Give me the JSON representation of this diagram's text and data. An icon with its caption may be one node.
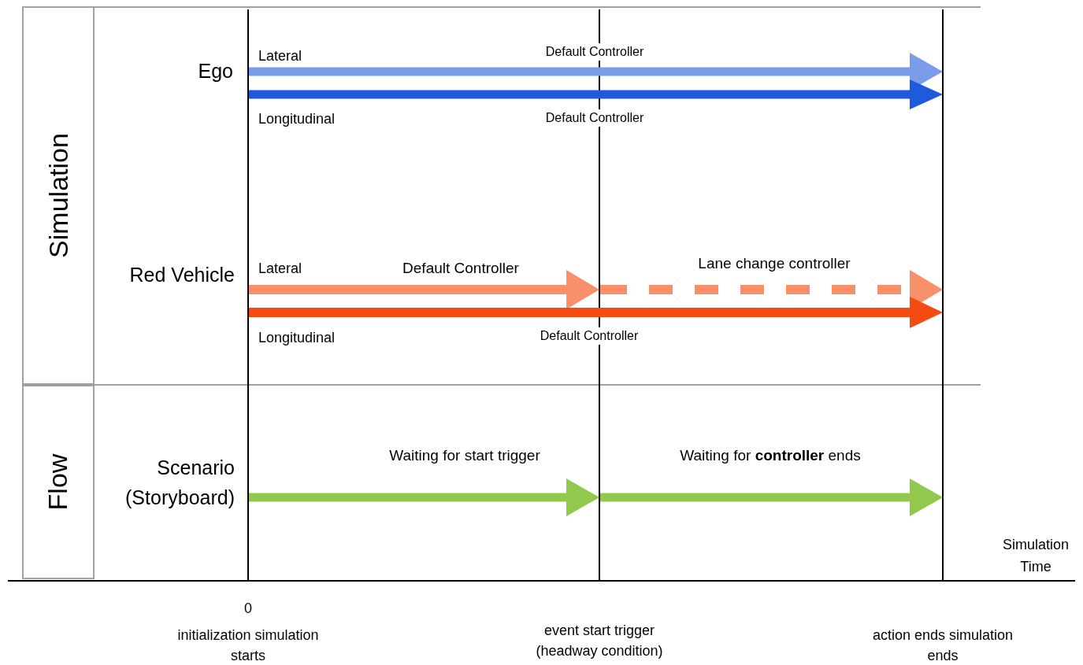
{
  "diagram": {
    "nodes": [
      {
        "text": [
          "Simulation"
        ]
      },
      {
        "text": [
          "Flow"
        ]
      },
      {
        "text": [],
        "shape": "bar",
        "beside": [
          "0",
          "initialization simulation starts"
        ]
      },
      {
        "text": [],
        "shape": "bar",
        "beside": [
          "event start trigger (headway condition)"
        ]
      },
      {
        "text": [],
        "shape": "bar",
        "beside": [
          "action ends simulation ends"
        ]
      }
    ],
    "edges": [
      {
        "from": 2,
        "to": 4,
        "arrow": "to",
        "label": "Default Controller",
        "color": "#7a9de9"
      },
      {
        "from": 2,
        "to": 4,
        "arrow": "to",
        "label": "Default Controller",
        "color": "#1e5bdb"
      },
      {
        "from": 2,
        "to": 3,
        "arrow": "to",
        "label": "Default Controller",
        "color": "#f8906c"
      },
      {
        "from": 3,
        "to": 4,
        "arrow": "to",
        "label": "Lane change controller",
        "style": "dashed",
        "color": "#f8906c"
      },
      {
        "from": 2,
        "to": 4,
        "arrow": "to",
        "label": "Default Controller",
        "color": "#f34b12"
      },
      {
        "from": 2,
        "to": 3,
        "arrow": "to",
        "label": "Waiting for start trigger",
        "color": "#92c84b"
      },
      {
        "from": 3,
        "to": 4,
        "arrow": "to",
        "label": "Waiting for **controller** ends",
        "color": "#92c84b"
      }
    ],
    "labels": [
      "Lateral",
      "Ego",
      "Longitudinal",
      "Red Vehicle",
      "Lateral",
      "Longitudinal",
      "Scenario (Storyboard)",
      "Simulation Time"
    ]
  }
}
